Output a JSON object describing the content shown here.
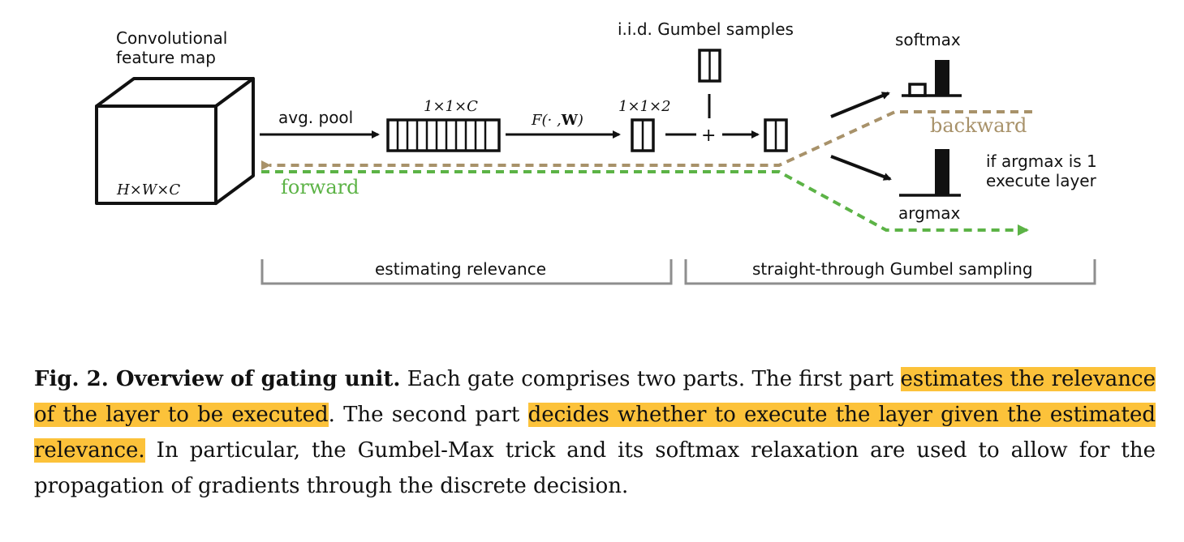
{
  "figure": {
    "feature_map_label_line1": "Convolutional",
    "feature_map_label_line2": "feature map",
    "cube_dims": "H×W×C",
    "avg_pool": "avg. pool",
    "pooled_dims": "1×1×C",
    "function_label_prefix": "F(· ,",
    "function_label_w": "W",
    "function_label_suffix": ")",
    "logits_dims": "1×1×2",
    "gumbel_label": "i.i.d. Gumbel samples",
    "plus": "+",
    "softmax": "softmax",
    "argmax": "argmax",
    "backward": "backward",
    "forward": "forward",
    "execute_line1": "if argmax is 1",
    "execute_line2": "execute layer",
    "bracket_left": "estimating relevance",
    "bracket_right": "straight-through Gumbel sampling",
    "colors": {
      "backward": "#a8926a",
      "forward": "#5cb346",
      "highlight": "#fcc23a"
    }
  },
  "caption": {
    "label": "Fig. 2. Overview of gating unit.",
    "text1": " Each gate comprises two parts. The first part ",
    "highlight1": "estimates the relevance of the layer to be executed",
    "text2": ". The second part ",
    "highlight2": "decides whether to execute the layer given the estimated relevance.",
    "text3": " In particular, the Gumbel-Max trick and its softmax relaxation are used to allow for the propagation of gradients through the discrete decision."
  }
}
